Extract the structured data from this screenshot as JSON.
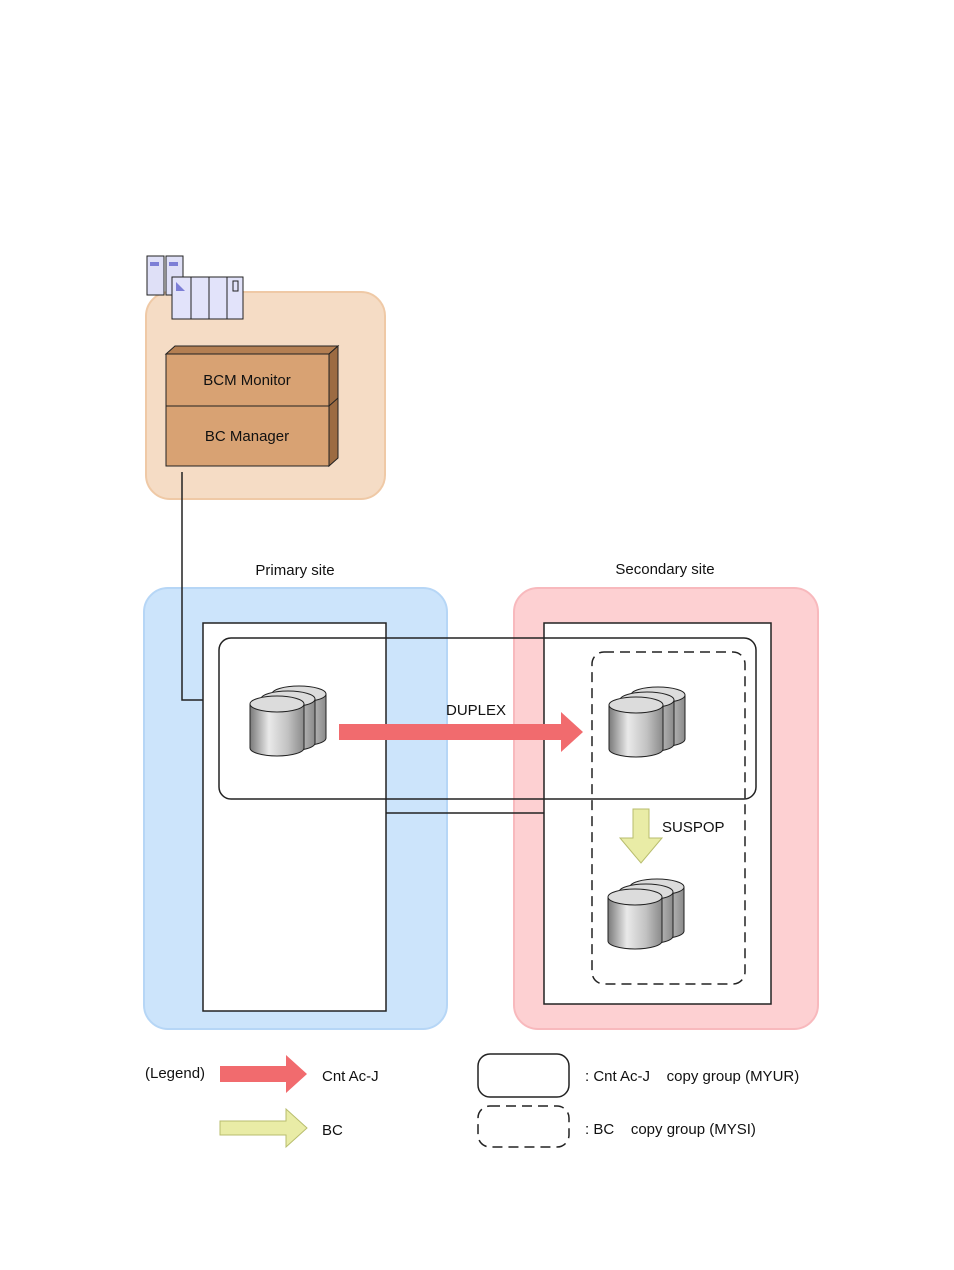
{
  "host": {
    "stack_top_label": "BCM Monitor",
    "stack_bottom_label": "BC Manager"
  },
  "sites": {
    "primary_label": "Primary site",
    "secondary_label": "Secondary site"
  },
  "flows": {
    "duplex_label": "DUPLEX",
    "suspop_label": "SUSPOP"
  },
  "legend": {
    "title": "(Legend)",
    "cnt_arrow_label": "Cnt Ac-J",
    "bc_arrow_label": "BC",
    "cnt_group_label": ": Cnt Ac-J    copy group (MYUR)",
    "bc_group_label": ": BC    copy group (MYSI)"
  },
  "colors": {
    "host_zone": "#f5dcc5",
    "host_zone_border": "#efc9a6",
    "box_fill": "#d8a273",
    "primary_zone": "#cce4fb",
    "secondary_zone": "#fdd0d2",
    "cnt_arrow": "#f16b6e",
    "bc_arrow": "#e9eca6"
  }
}
